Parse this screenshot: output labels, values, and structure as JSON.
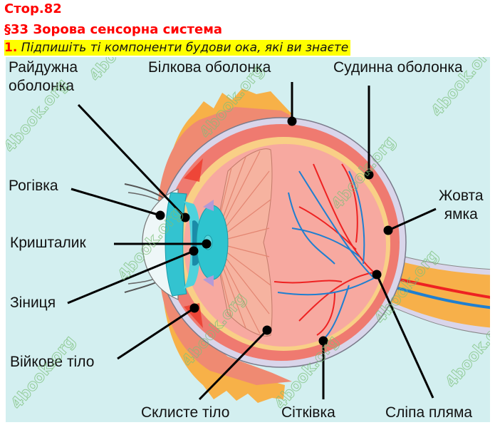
{
  "header": {
    "page": "Стор.82",
    "section": "§33 Зорова сенсорна система",
    "task_number": "1.",
    "task_text": "Підпишіть ті компоненти будови ока, які ви знаєте"
  },
  "diagram": {
    "background_color": "#d3eff0",
    "labels": {
      "iris": "Райдужна",
      "iris_line2": "оболонка",
      "sclera": "Білкова оболонка",
      "choroid": "Судинна оболонка",
      "cornea": "Рогівка",
      "lens": "Кришталик",
      "pupil": "Зіниця",
      "ciliary_body": "Війкове тіло",
      "vitreous_body": "Склисте тіло",
      "retina": "Сітківка",
      "blind_spot": "Сліпа пляма",
      "macula": "Жовта",
      "macula_line2": "ямка"
    }
  },
  "colors": {
    "title_red": "#ff0000",
    "highlight_yellow": "#ffff00",
    "sclera": "#d9d5ea",
    "choroid": "#ef7a70",
    "retina_band": "#f9cf86",
    "vitreous": "#f7a9a0",
    "lens_cyan": "#2ec4cf",
    "artery_red": "#ee2222",
    "vein_blue": "#1f7fd0",
    "optic_nerve": "#f7b04a"
  },
  "watermark": "4book.org"
}
